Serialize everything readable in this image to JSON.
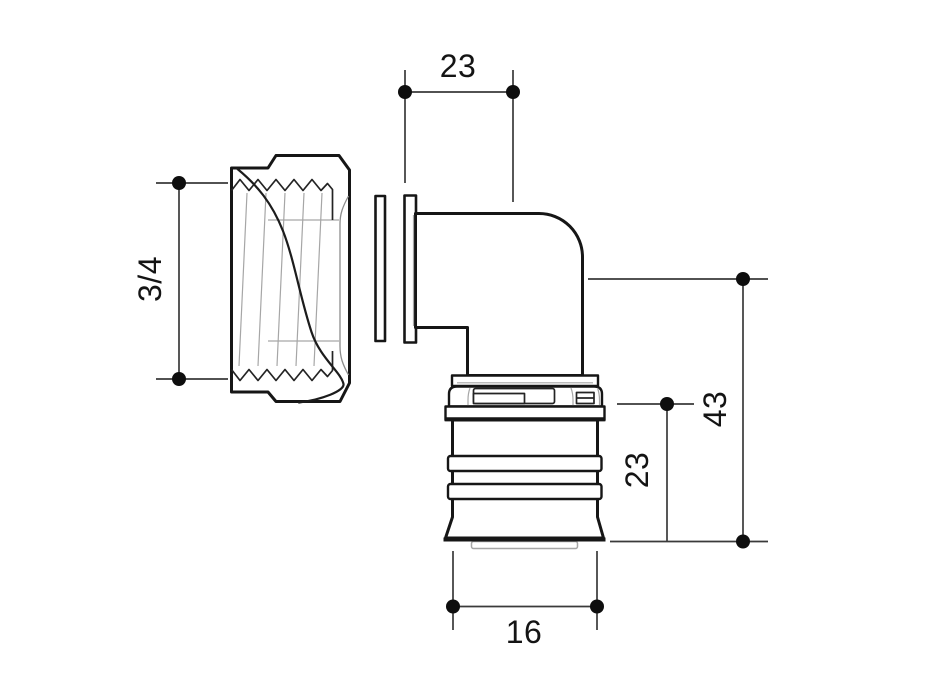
{
  "colors": {
    "background": "#ffffff",
    "outline": "#161616",
    "dimension_line": "#3a3a3a",
    "thin_line": "#a6a6a6",
    "label_text": "#141414"
  },
  "dimensions": {
    "top_width": "23",
    "thread_size": "3/4",
    "overall_height": "43",
    "insert_depth": "23",
    "pipe_diameter": "16"
  }
}
